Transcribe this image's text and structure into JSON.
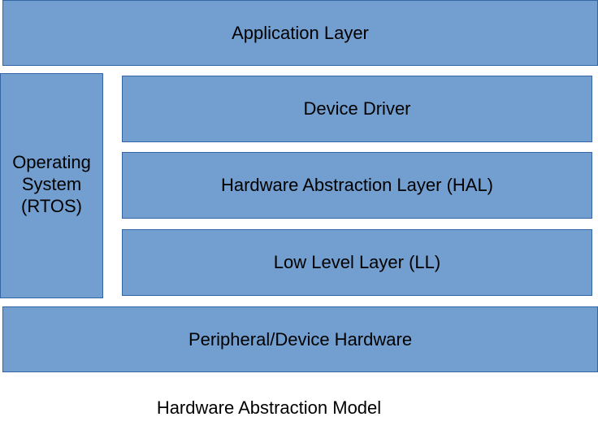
{
  "diagram": {
    "application_layer": "Application Layer",
    "operating_system": {
      "line1": "Operating",
      "line2": "System",
      "line3": "(RTOS)"
    },
    "device_driver": "Device Driver",
    "hal": "Hardware Abstraction Layer (HAL)",
    "low_level": "Low Level Layer (LL)",
    "peripheral": "Peripheral/Device Hardware",
    "caption": "Hardware Abstraction Model"
  },
  "colors": {
    "block_fill": "#729fcf",
    "block_border": "#3465a4",
    "text": "#000000",
    "background": "#ffffff"
  }
}
